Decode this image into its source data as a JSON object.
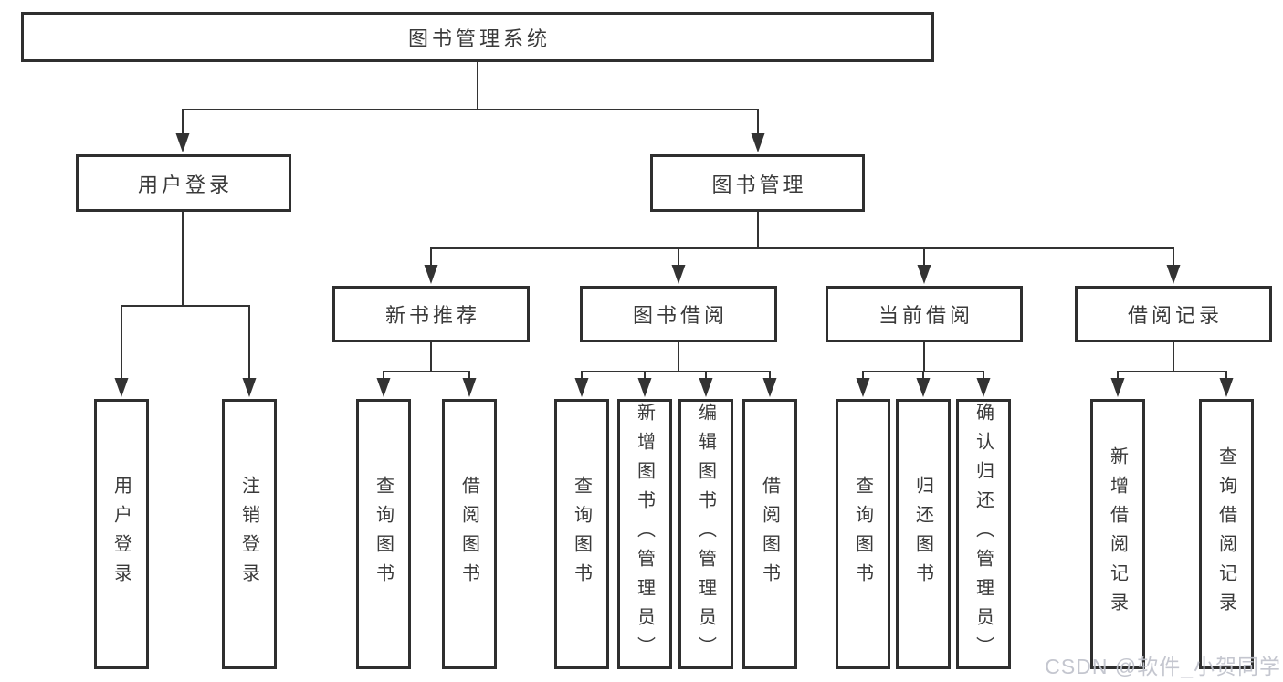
{
  "tree": {
    "label": "图书管理系统",
    "children": [
      {
        "label": "用户登录",
        "children": [
          {
            "label": "用户登录"
          },
          {
            "label": "注销登录"
          }
        ]
      },
      {
        "label": "图书管理",
        "children": [
          {
            "label": "新书推荐",
            "children": [
              {
                "label": "查询图书"
              },
              {
                "label": "借阅图书"
              }
            ]
          },
          {
            "label": "图书借阅",
            "children": [
              {
                "label": "查询图书"
              },
              {
                "label": "新增图书（管理员）"
              },
              {
                "label": "编辑图书（管理员）"
              },
              {
                "label": "借阅图书"
              }
            ]
          },
          {
            "label": "当前借阅",
            "children": [
              {
                "label": "查询图书"
              },
              {
                "label": "归还图书"
              },
              {
                "label": "确认归还（管理员）"
              }
            ]
          },
          {
            "label": "借阅记录",
            "children": [
              {
                "label": "新增借阅记录"
              },
              {
                "label": "查询借阅记录"
              }
            ]
          }
        ]
      }
    ]
  },
  "watermark": "CSDN @软件_小贺同学",
  "colors": {
    "line": "#333333",
    "box_border": "#2f2f2f",
    "box_background": "#ffffff",
    "text": "#3a3a3a",
    "watermark": "#bfc2cb",
    "page_background": "#ffffff"
  }
}
